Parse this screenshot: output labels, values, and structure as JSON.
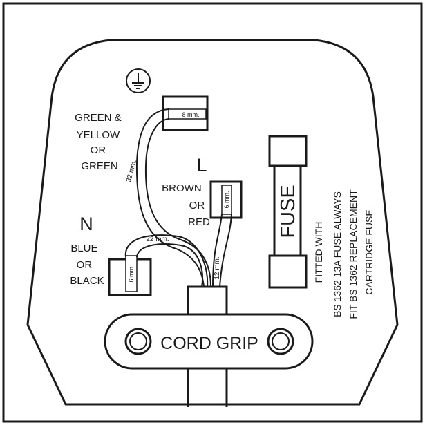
{
  "colors": {
    "ink": "#1a1a1a",
    "paper": "#ffffff"
  },
  "earth": {
    "symbol": "earth-symbol-icon",
    "label_lines": [
      "GREEN &",
      "YELLOW",
      "OR",
      "GREEN"
    ],
    "strip_length": "8 mm.",
    "wire_length": "32 mm."
  },
  "live": {
    "letter": "L",
    "label_lines": [
      "BROWN",
      "OR",
      "RED"
    ],
    "strip_length": "6 mm.",
    "wire_length": "12 mm."
  },
  "neutral": {
    "letter": "N",
    "label_lines": [
      "BLUE",
      "OR",
      "BLACK"
    ],
    "strip_length": "6 mm.",
    "wire_length": "22 mm."
  },
  "fuse": {
    "label": "FUSE",
    "note_lines": [
      "FITTED WITH",
      "BS 1362 13A FUSE ALWAYS",
      "FIT BS 1362 REPLACEMENT",
      "CARTRIDGE FUSE"
    ]
  },
  "cord_grip": {
    "label": "CORD GRIP"
  }
}
